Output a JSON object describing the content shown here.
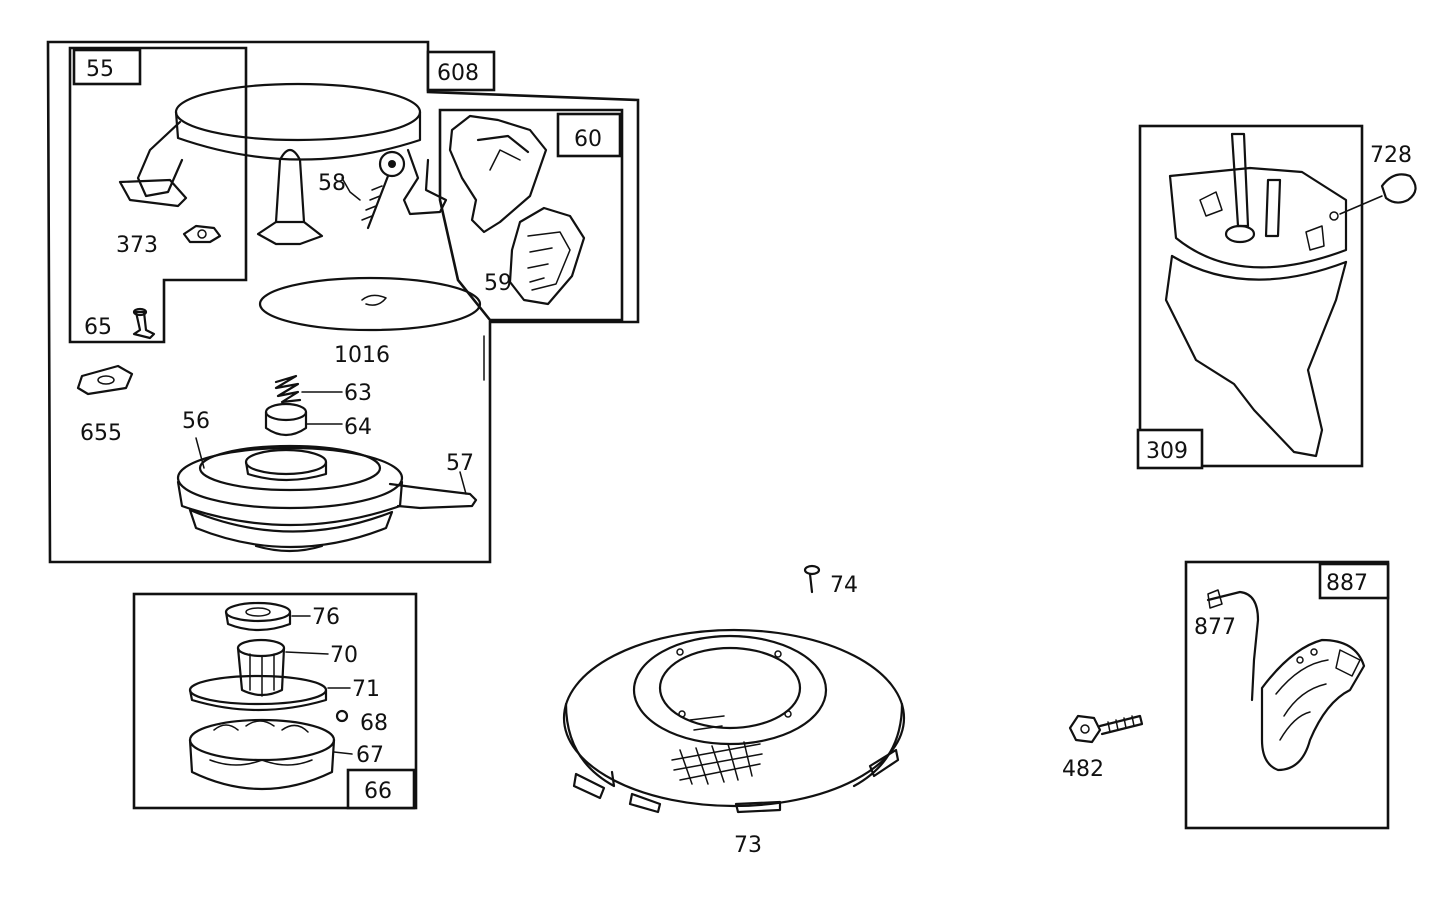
{
  "callouts": {
    "p55": "55",
    "p608": "608",
    "p60": "60",
    "p58": "58",
    "p373": "373",
    "p59": "59",
    "p65": "65",
    "p1016": "1016",
    "p655": "655",
    "p63": "63",
    "p64": "64",
    "p56": "56",
    "p57": "57",
    "p76": "76",
    "p70": "70",
    "p71": "71",
    "p68": "68",
    "p67": "67",
    "p66": "66",
    "p74": "74",
    "p73": "73",
    "p728": "728",
    "p309": "309",
    "p887": "887",
    "p877": "877",
    "p482": "482"
  }
}
